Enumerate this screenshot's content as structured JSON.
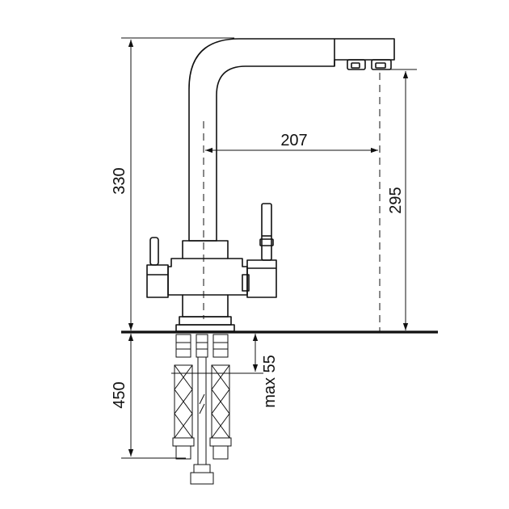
{
  "dimensions": {
    "total_height": "330",
    "reach": "207",
    "spout_height": "295",
    "hose_length": "450",
    "max_thickness": "max 55"
  },
  "colors": {
    "ink": "#111111",
    "background": "#ffffff"
  }
}
